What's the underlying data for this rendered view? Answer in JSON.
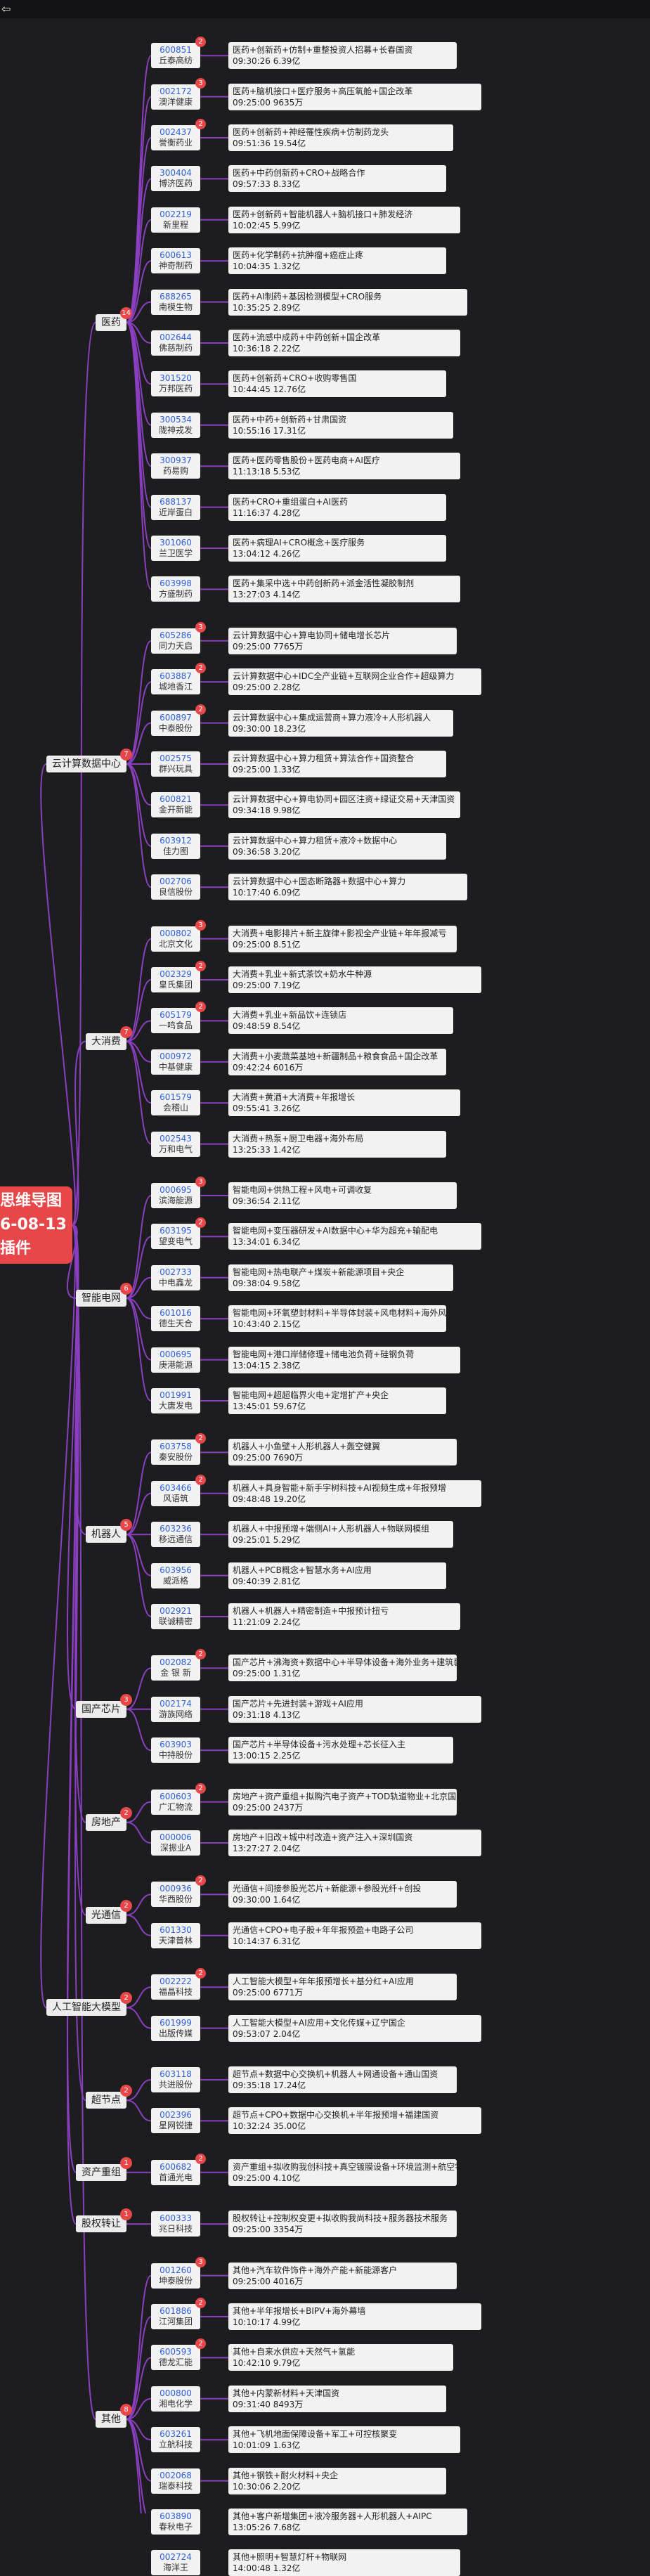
{
  "header": {
    "button_glyph": "⇦"
  },
  "root": {
    "lines": [
      "思维导图",
      "6-08-13",
      "插件"
    ]
  },
  "categories": [
    {
      "label": "医药",
      "count": "14",
      "stocks": [
        {
          "code": "600851",
          "name": "丘泰高纺",
          "line1": "医药+创新药+仿制+重整投资人招募+长春国资",
          "line2": "09:30:26 6.39亿",
          "mark": "2"
        },
        {
          "code": "002172",
          "name": "澳洋健康",
          "line1": "医药+脑机接口+医疗服务+高压氧舱+国企改革",
          "line2": "09:25:00 9635万",
          "mark": "3"
        },
        {
          "code": "002437",
          "name": "誉衡药业",
          "line1": "医药+创新药+神经罹性疾病+仿制药龙头",
          "line2": "09:51:36 19.54亿",
          "mark": "2"
        },
        {
          "code": "300404",
          "name": "博济医药",
          "line1": "医药+中药创新药+CRO+战略合作",
          "line2": "09:57:33 8.33亿",
          "mark": ""
        },
        {
          "code": "002219",
          "name": "新里程",
          "line1": "医药+创新药+智能机器人+脑机接口+肺发经济",
          "line2": "10:02:45 5.99亿",
          "mark": ""
        },
        {
          "code": "600613",
          "name": "神奇制药",
          "line1": "医药+化学制药+抗肿瘤+癌症止疼",
          "line2": "10:04:35 1.32亿",
          "mark": ""
        },
        {
          "code": "688265",
          "name": "南模生物",
          "line1": "医药+AI制药+基因检测模型+CRO服务",
          "line2": "10:35:25 2.89亿",
          "mark": ""
        },
        {
          "code": "002644",
          "name": "佛慈制药",
          "line1": "医药+流感中成药+中药创新+国企改革",
          "line2": "10:36:18 2.22亿",
          "mark": ""
        },
        {
          "code": "301520",
          "name": "万邦医药",
          "line1": "医药+创新药+CRO+收购零售国",
          "line2": "10:44:45 12.76亿",
          "mark": ""
        },
        {
          "code": "300534",
          "name": "陇神戎发",
          "line1": "医药+中药+创新药+甘肃国资",
          "line2": "10:55:16 17.31亿",
          "mark": ""
        },
        {
          "code": "300937",
          "name": "药易购",
          "line1": "医药+医药零售股份+医药电商+AI医疗",
          "line2": "11:13:18 5.53亿",
          "mark": ""
        },
        {
          "code": "688137",
          "name": "近岸蛋白",
          "line1": "医药+CRO+重组蛋白+AI医药",
          "line2": "11:16:37 4.28亿",
          "mark": ""
        },
        {
          "code": "301060",
          "name": "兰卫医学",
          "line1": "医药+病理AI+CRO概念+医疗服务",
          "line2": "13:04:12 4.26亿",
          "mark": ""
        },
        {
          "code": "603998",
          "name": "方盛制药",
          "line1": "医药+集采中选+中药创新药+派金活性凝胶制剂",
          "line2": "13:27:03 4.14亿",
          "mark": ""
        }
      ]
    },
    {
      "label": "云计算数据中心",
      "count": "7",
      "stocks": [
        {
          "code": "605286",
          "name": "同力天启",
          "line1": "云计算数据中心+算电协同+储电增长芯片",
          "line2": "09:25:00 7765万",
          "mark": "3"
        },
        {
          "code": "603887",
          "name": "城地香江",
          "line1": "云计算数据中心+IDC全产业链+互联网企业合作+超级算力",
          "line2": "09:25:00 2.28亿",
          "mark": "2"
        },
        {
          "code": "600897",
          "name": "中泰股份",
          "line1": "云计算数据中心+集成运营商+算力液冷+人形机器人",
          "line2": "09:30:00 18.23亿",
          "mark": "2"
        },
        {
          "code": "002575",
          "name": "群兴玩具",
          "line1": "云计算数据中心+算力租赁+算法合作+国资整合",
          "line2": "09:25:00 1.33亿",
          "mark": ""
        },
        {
          "code": "600821",
          "name": "金开新能",
          "line1": "云计算数据中心+算电协同+园区注资+绿证交易+天津国资",
          "line2": "09:34:18 9.98亿",
          "mark": ""
        },
        {
          "code": "603912",
          "name": "佳力图",
          "line1": "云计算数据中心+算力租赁+液冷+数据中心",
          "line2": "09:36:58 3.20亿",
          "mark": ""
        },
        {
          "code": "002706",
          "name": "良信股份",
          "line1": "云计算数据中心+固态断路器+数据中心+算力",
          "line2": "10:17:40 6.09亿",
          "mark": ""
        }
      ]
    },
    {
      "label": "大消费",
      "count": "7",
      "stocks": [
        {
          "code": "000802",
          "name": "北京文化",
          "line1": "大消费+电影排片+新主旋律+影视全产业链+年年报减亏",
          "line2": "09:25:00 8.51亿",
          "mark": "3"
        },
        {
          "code": "002329",
          "name": "皇氏集团",
          "line1": "大消费+乳业+新式茶饮+奶水牛种源",
          "line2": "09:25:00 7.19亿",
          "mark": "2"
        },
        {
          "code": "605179",
          "name": "一鸣食品",
          "line1": "大消费+乳业+新品饮+连锁店",
          "line2": "09:48:59 8.54亿",
          "mark": "2"
        },
        {
          "code": "000972",
          "name": "中基健康",
          "line1": "大消费+小麦蔬菜基地+新疆制品+粮食食品+国企改革",
          "line2": "09:42:24 6016万",
          "mark": ""
        },
        {
          "code": "601579",
          "name": "会稽山",
          "line1": "大消费+黄酒+大消费+年报增长",
          "line2": "09:55:41 3.26亿",
          "mark": ""
        },
        {
          "code": "002543",
          "name": "万和电气",
          "line1": "大消费+热泵+厨卫电器+海外布局",
          "line2": "13:25:33 1.42亿",
          "mark": ""
        }
      ]
    },
    {
      "label": "智能电网",
      "count": "6",
      "stocks": [
        {
          "code": "000695",
          "name": "滨海能源",
          "line1": "智能电网+供热工程+风电+可调收复",
          "line2": "09:36:54 2.11亿",
          "mark": "3"
        },
        {
          "code": "603195",
          "name": "望变电气",
          "line1": "智能电网+变压器研发+AI数据中心+华为超充+输配电",
          "line2": "13:34:01 6.34亿",
          "mark": "2"
        },
        {
          "code": "002733",
          "name": "中电鑫龙",
          "line1": "智能电网+热电联产+煤炭+新能源项目+央企",
          "line2": "09:38:04 9.58亿",
          "mark": ""
        },
        {
          "code": "601016",
          "name": "德生天合",
          "line1": "智能电网+环氧塑封材料+半导体封装+风电材料+海外风电",
          "line2": "10:43:40 2.15亿",
          "mark": ""
        },
        {
          "code": "000695",
          "name": "庚港能源",
          "line1": "智能电网+港口岸储修理+储电池负荷+硅钢负荷",
          "line2": "13:04:15 2.38亿",
          "mark": ""
        },
        {
          "code": "001991",
          "name": "大唐发电",
          "line1": "智能电网+超超临界火电+定增扩产+央企",
          "line2": "13:45:01 59.67亿",
          "mark": ""
        }
      ]
    },
    {
      "label": "机器人",
      "count": "5",
      "stocks": [
        {
          "code": "603758",
          "name": "秦安股份",
          "line1": "机器人+小鱼壁+人形机器人+轰空健翼",
          "line2": "09:25:00 7690万",
          "mark": "2"
        },
        {
          "code": "603466",
          "name": "风语筑",
          "line1": "机器人+具身智能+新手宇树科技+AI视频生成+年报预增",
          "line2": "09:48:48 19.20亿",
          "mark": "2"
        },
        {
          "code": "603236",
          "name": "移远通信",
          "line1": "机器人+中报预增+端侧AI+人形机器人+物联网模组",
          "line2": "09:25:01 5.29亿",
          "mark": ""
        },
        {
          "code": "603956",
          "name": "威派格",
          "line1": "机器人+PCB概念+智慧水务+AI应用",
          "line2": "09:40:39 2.81亿",
          "mark": ""
        },
        {
          "code": "002921",
          "name": "联诚精密",
          "line1": "机器人+机器人+精密制造+中报预计扭亏",
          "line2": "11:21:09 2.24亿",
          "mark": ""
        }
      ]
    },
    {
      "label": "国产芯片",
      "count": "3",
      "stocks": [
        {
          "code": "002082",
          "name": "金 银 新",
          "line1": "国产芯片+沸海资+数据中心+半导体设备+海外业务+建筑装饰龙头",
          "line2": "09:25:00 1.31亿",
          "mark": "2"
        },
        {
          "code": "002174",
          "name": "游族网络",
          "line1": "国产芯片+先进封装+游戏+AI应用",
          "line2": "09:31:18 4.13亿",
          "mark": ""
        },
        {
          "code": "603903",
          "name": "中持股份",
          "line1": "国产芯片+半导体设备+污水处理+芯长征入主",
          "line2": "13:00:15 2.25亿",
          "mark": ""
        }
      ]
    },
    {
      "label": "房地产",
      "count": "2",
      "stocks": [
        {
          "code": "600603",
          "name": "广汇物流",
          "line1": "房地产+资产重组+拟购汽电子资产+TOD轨道物业+北京国资",
          "line2": "09:25:00 2437万",
          "mark": "2"
        },
        {
          "code": "000006",
          "name": "深振业A",
          "line1": "房地产+旧改+城中村改造+资产注入+深圳国资",
          "line2": "13:27:27 2.04亿",
          "mark": ""
        }
      ]
    },
    {
      "label": "光通信",
      "count": "2",
      "stocks": [
        {
          "code": "000936",
          "name": "华西股份",
          "line1": "光通信+间接参股光芯片+新能源+参股光纤+创投",
          "line2": "09:30:00 1.64亿",
          "mark": "2"
        },
        {
          "code": "601330",
          "name": "天津普林",
          "line1": "光通信+CPO+电子股+年年报预盈+电路子公司",
          "line2": "10:14:37 6.31亿",
          "mark": ""
        }
      ]
    },
    {
      "label": "人工智能大模型",
      "count": "2",
      "stocks": [
        {
          "code": "002222",
          "name": "福晶科技",
          "line1": "人工智能大模型+年年报预增长+基分红+AI应用",
          "line2": "09:25:00 6771万",
          "mark": "2"
        },
        {
          "code": "601999",
          "name": "出版传媒",
          "line1": "人工智能大模型+AI应用+文化传媒+辽宁国企",
          "line2": "09:53:07 2.04亿",
          "mark": ""
        }
      ]
    },
    {
      "label": "超节点",
      "count": "2",
      "stocks": [
        {
          "code": "603118",
          "name": "共进股份",
          "line1": "超节点+数据中心交换机+机器人+网通设备+通山国资",
          "line2": "09:35:18 17.24亿",
          "mark": ""
        },
        {
          "code": "002396",
          "name": "星网锐捷",
          "line1": "超节点+CPO+数据中心交换机+半年报预增+福建国资",
          "line2": "10:32:24 35.00亿",
          "mark": ""
        }
      ]
    },
    {
      "label": "资产重组",
      "count": "1",
      "stocks": [
        {
          "code": "600682",
          "name": "首通光电",
          "line1": "资产重组+拟收购我创科技+真空镀膜设备+环境监测+航空零件",
          "line2": "09:25:00 4.10亿",
          "mark": "2"
        }
      ]
    },
    {
      "label": "股权转让",
      "count": "1",
      "stocks": [
        {
          "code": "600333",
          "name": "兆日科技",
          "line1": "股权转让+控制权变更+拟收购我尚科技+服务器技术服务",
          "line2": "09:25:00 3354万",
          "mark": ""
        }
      ]
    },
    {
      "label": "其他",
      "count": "8",
      "stocks": [
        {
          "code": "001260",
          "name": "坤泰股份",
          "line1": "其他+汽车软件饰件+海外产能+新能源客户",
          "line2": "09:25:00 4016万",
          "mark": "3"
        },
        {
          "code": "601886",
          "name": "江河集团",
          "line1": "其他+半年报增长+BIPV+海外幕墙",
          "line2": "10:10:17 4.99亿",
          "mark": "2"
        },
        {
          "code": "600593",
          "name": "德龙汇能",
          "line1": "其他+自来水供应+天然气+氢能",
          "line2": "10:42:10 9.79亿",
          "mark": "2"
        },
        {
          "code": "000800",
          "name": "湘电化学",
          "line1": "其他+内蒙新材料+天津国资",
          "line2": "09:31:40 8493万",
          "mark": ""
        },
        {
          "code": "603261",
          "name": "立航科技",
          "line1": "其他+飞机地面保障设备+军工+可控核聚变",
          "line2": "10:01:09 1.63亿",
          "mark": ""
        },
        {
          "code": "002068",
          "name": "瑞泰科技",
          "line1": "其他+钢铁+耐火材料+央企",
          "line2": "10:30:06 2.20亿",
          "mark": ""
        },
        {
          "code": "603890",
          "name": "春秋电子",
          "line1": "其他+客户新增集团+液冷服务器+人形机器人+AIPC",
          "line2": "13:05:26 7.68亿",
          "mark": ""
        },
        {
          "code": "002724",
          "name": "海洋王",
          "line1": "其他+照明+智慧灯杆+物联网",
          "line2": "14:00:48 1.32亿",
          "mark": ""
        }
      ]
    }
  ]
}
